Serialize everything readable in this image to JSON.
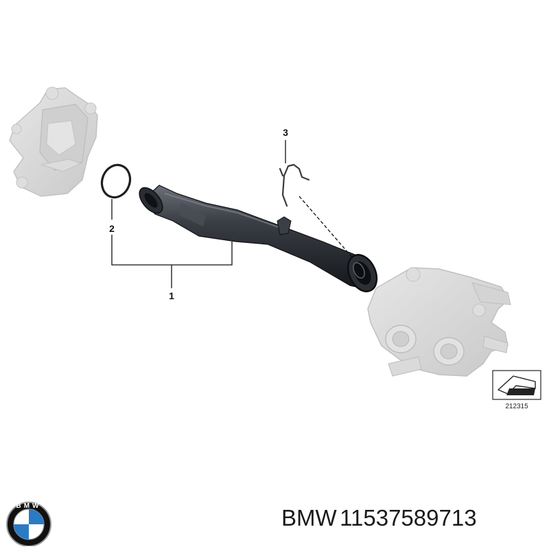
{
  "diagram": {
    "callouts": {
      "part1": "1",
      "part2": "2",
      "part3": "3"
    },
    "reference_code": "212315"
  },
  "caption": {
    "brand": "BMW",
    "part_number": "11537589713"
  },
  "logo": {
    "text": "BMW",
    "colors": {
      "ring": "#111111",
      "blue": "#2b7bc4",
      "white": "#ffffff",
      "rim": "#9a9a9a"
    }
  },
  "colors": {
    "pipe": "#2a2d33",
    "ghost_part": "#d8d8d8",
    "leader": "#111111"
  }
}
